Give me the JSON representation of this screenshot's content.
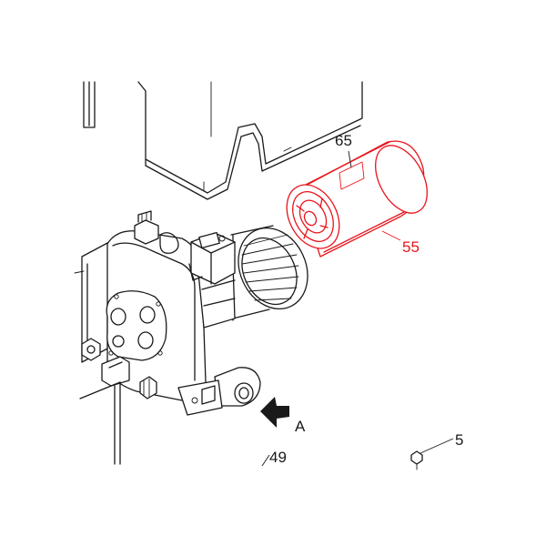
{
  "callouts": {
    "part_65": "65",
    "part_55": "55",
    "part_5": "5",
    "part_49": "49",
    "view_arrow": "A"
  },
  "colors": {
    "ink": "#1a1a1a",
    "highlight": "#e8141b",
    "background": "#ffffff"
  },
  "highlighted_part": "55"
}
